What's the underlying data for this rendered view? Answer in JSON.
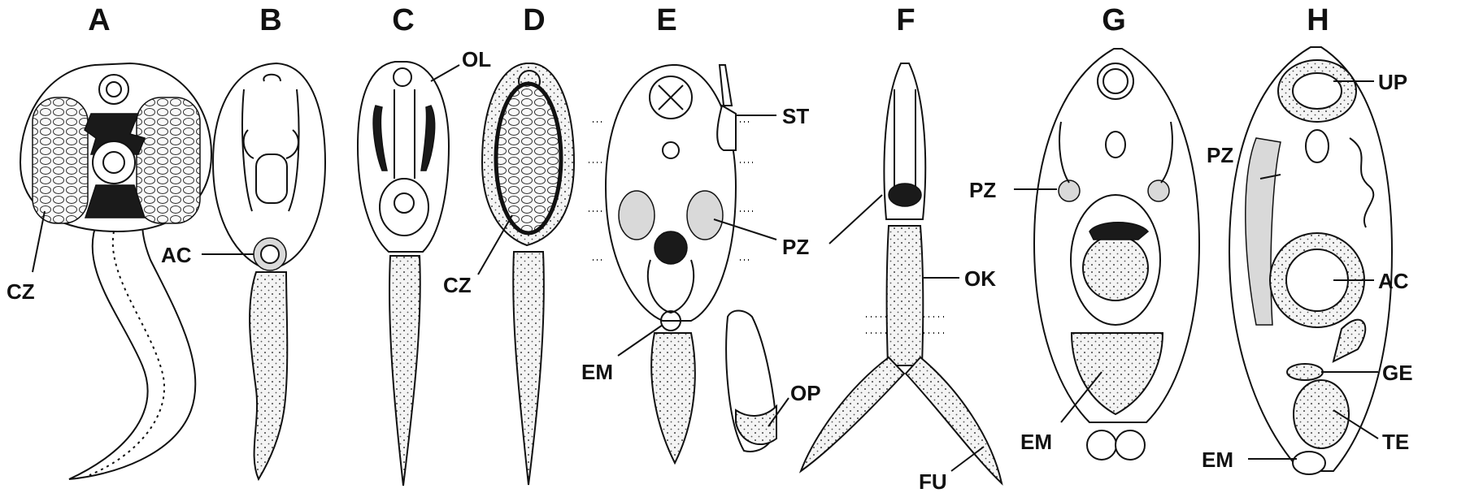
{
  "panels": [
    {
      "id": "A",
      "letter": "A",
      "labels": [
        "CZ"
      ]
    },
    {
      "id": "B",
      "letter": "B",
      "labels": [
        "AC"
      ]
    },
    {
      "id": "C",
      "letter": "C",
      "labels": [
        "OL"
      ]
    },
    {
      "id": "D",
      "letter": "D",
      "labels": [
        "CZ"
      ]
    },
    {
      "id": "E",
      "letter": "E",
      "labels": [
        "ST",
        "PZ",
        "EM",
        "OP"
      ]
    },
    {
      "id": "F",
      "letter": "F",
      "labels": [
        "OK",
        "FU"
      ]
    },
    {
      "id": "G",
      "letter": "G",
      "labels": [
        "PZ",
        "EM"
      ]
    },
    {
      "id": "H",
      "letter": "H",
      "labels": [
        "UP",
        "PZ",
        "AC",
        "GE",
        "TE",
        "EM"
      ]
    }
  ],
  "labels": {
    "a_cz": "CZ",
    "b_ac": "AC",
    "c_ol": "OL",
    "d_cz": "CZ",
    "e_st": "ST",
    "e_pz": "PZ",
    "e_em": "EM",
    "e_op": "OP",
    "f_ok": "OK",
    "f_fu": "FU",
    "g_pz": "PZ",
    "g_em": "EM",
    "h_up": "UP",
    "h_pz": "PZ",
    "h_ac": "AC",
    "h_ge": "GE",
    "h_te": "TE",
    "h_em": "EM"
  }
}
